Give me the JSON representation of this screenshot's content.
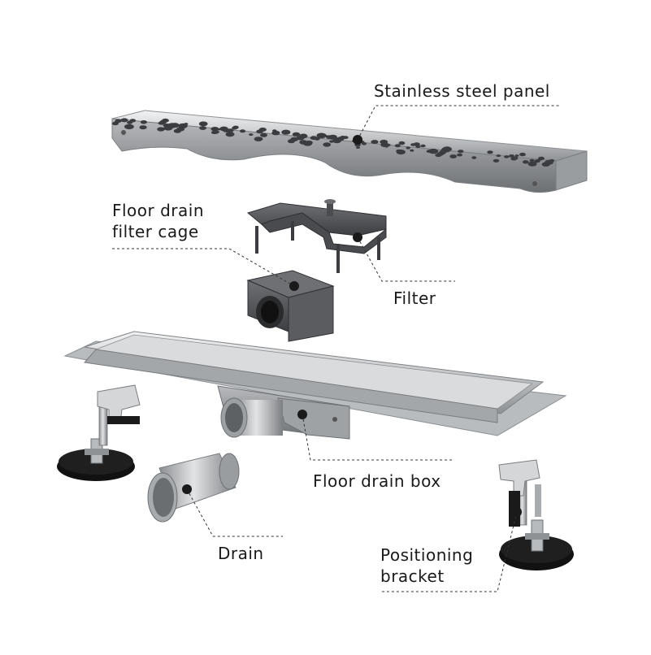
{
  "labels": {
    "panel": "Stainless steel panel",
    "cage_line1": "Floor drain",
    "cage_line2": "filter cage",
    "filter": "Filter",
    "box": "Floor drain box",
    "drain": "Drain",
    "bracket_line1": "Positioning",
    "bracket_line2": "bracket"
  },
  "colors": {
    "text": "#1a1a1a",
    "leader": "#333333",
    "steel": "#c9cbcd",
    "plastic": "#5a5c5f",
    "rubber": "#1c1c1c"
  }
}
